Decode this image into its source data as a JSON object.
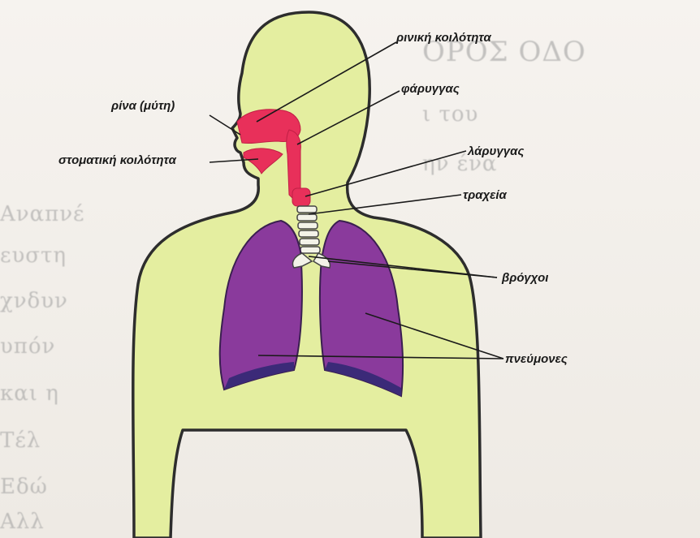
{
  "colors": {
    "body": "#e4eea0",
    "airway": "#e8305a",
    "lung": "#8a3a9c",
    "lung_dark": "#3b2a78",
    "outline": "#2d2d2d"
  },
  "labels": {
    "nasal_cavity": "ρινική κοιλότητα",
    "nose": "ρίνα (μύτη)",
    "pharynx": "φάρυγγας",
    "oral_cavity": "στοματική κοιλότητα",
    "larynx": "λάρυγγας",
    "trachea": "τραχεία",
    "bronchi": "βρόγχοι",
    "lungs": "πνεύμονες"
  }
}
